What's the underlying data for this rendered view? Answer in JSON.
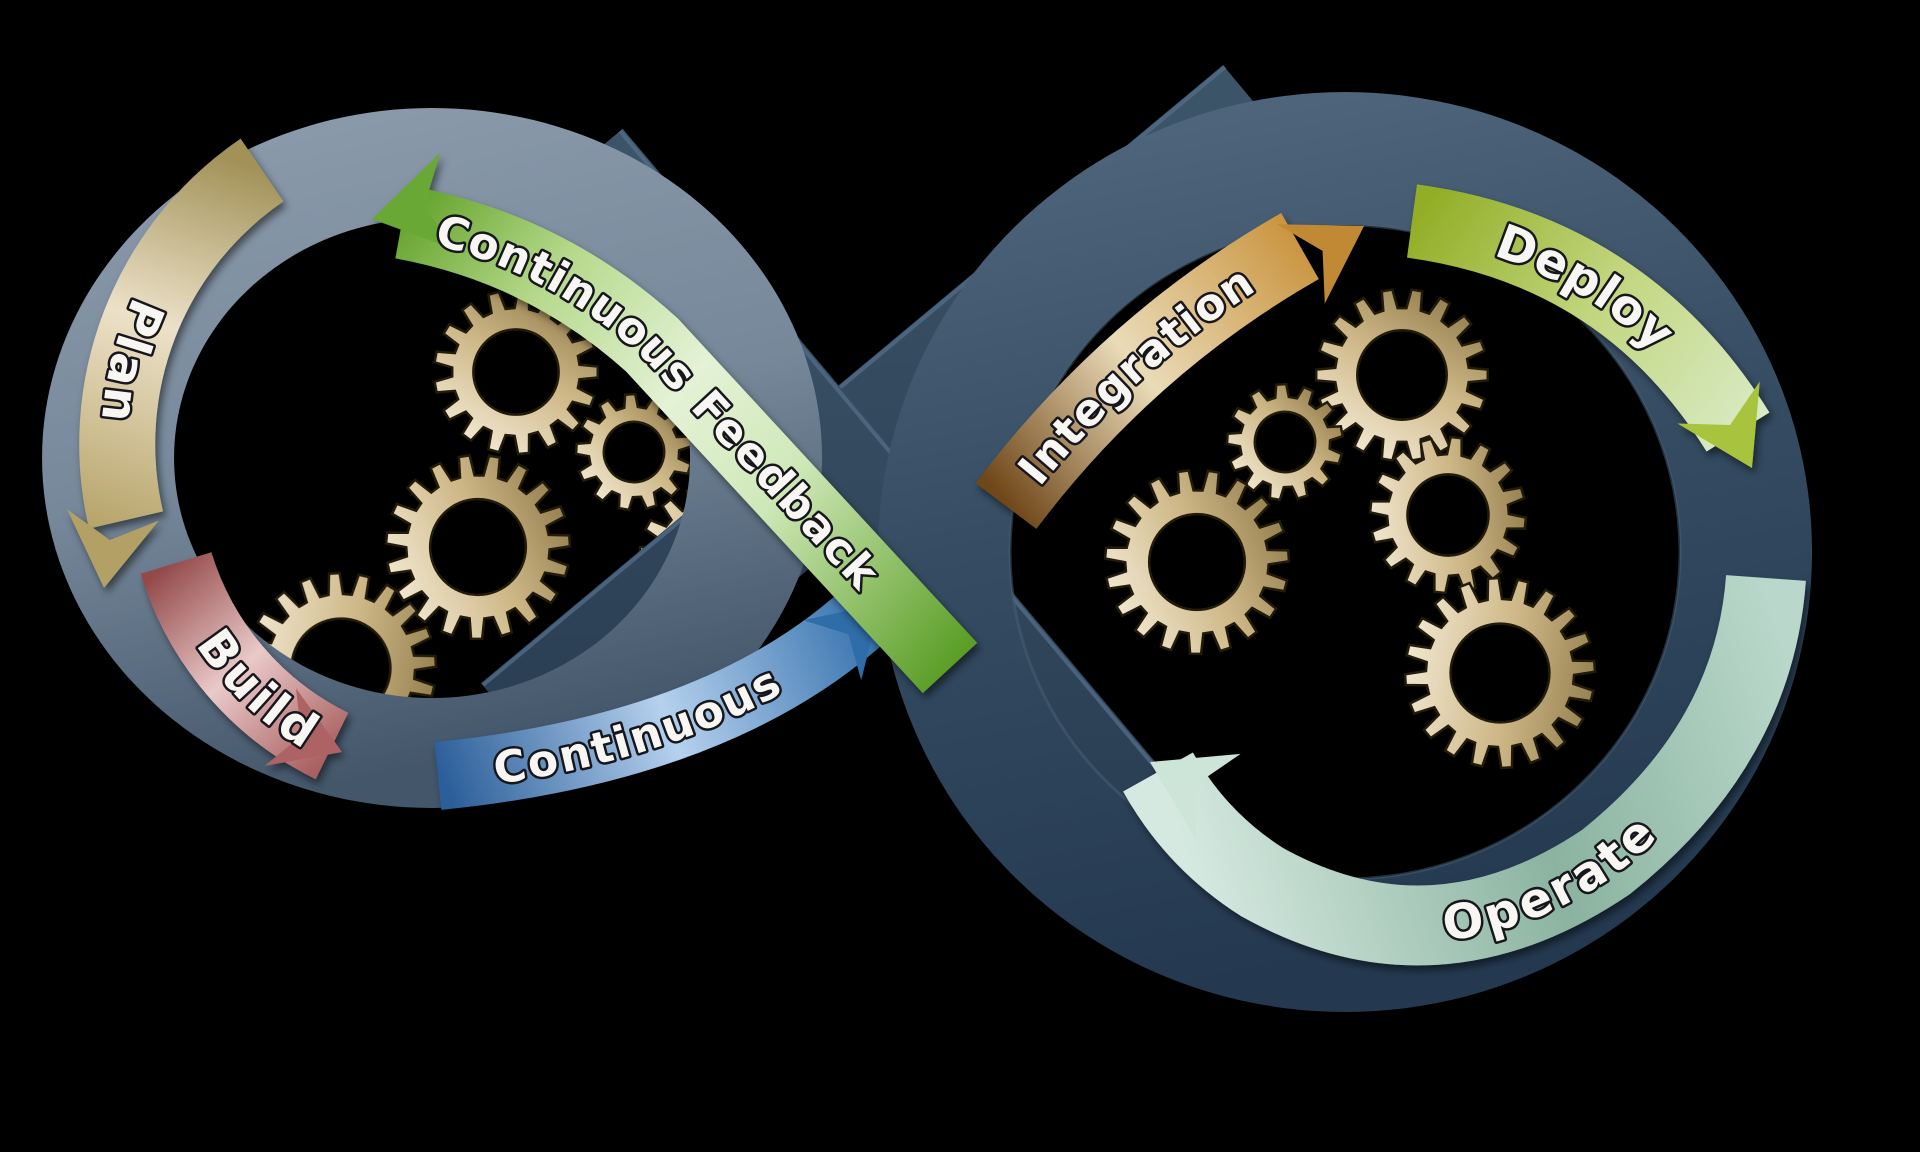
{
  "diagram": {
    "background_color": "#000000",
    "left_loop": {
      "ring_color_top": "#8e9dae",
      "ring_color_bottom": "#43566a",
      "stages": [
        {
          "id": "plan",
          "label": "Plan",
          "color": "#b3a065"
        },
        {
          "id": "build",
          "label": "Build",
          "color": "#ad6363"
        },
        {
          "id": "continuous",
          "label": "Continuous",
          "color": "#2f6da7"
        },
        {
          "id": "continuous_feedback",
          "label": "Continuous Feedback",
          "color": "#6aa835"
        }
      ]
    },
    "right_loop": {
      "ring_color_top": "#536a80",
      "ring_color_bottom": "#243950",
      "stages": [
        {
          "id": "integration",
          "label": "Integration",
          "color": "#c28936"
        },
        {
          "id": "deploy",
          "label": "Deploy",
          "color": "#a8c33c"
        },
        {
          "id": "operate",
          "label": "Operate",
          "color": "#cde4d9"
        }
      ]
    },
    "gear_color_light": "#f6eeda",
    "gear_color_dark": "#8d7848"
  }
}
